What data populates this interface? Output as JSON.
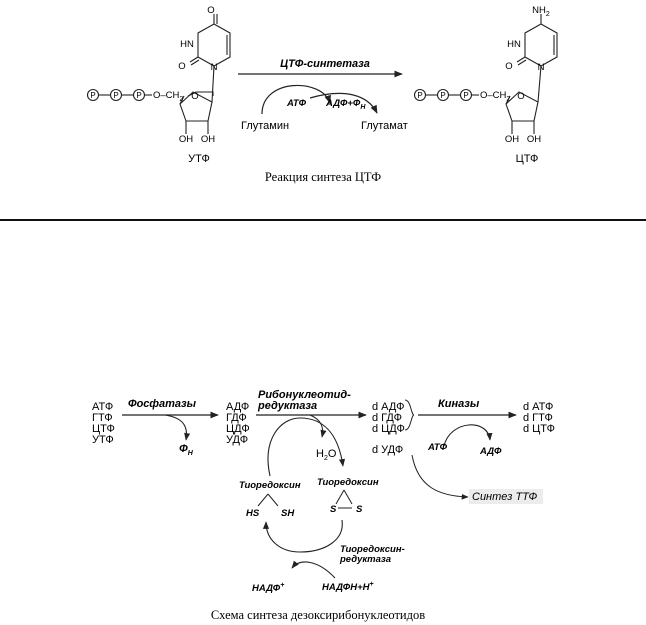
{
  "figure1": {
    "utp_label": "УТФ",
    "ctp_label": "ЦТФ",
    "enzyme": "ЦТФ-синтетаза",
    "atp": "АТФ",
    "adp_fn": "АДФ+Ф",
    "sub_n": "Н",
    "glutamine": "Глутамин",
    "glutamate": "Глутамат",
    "caption": "Реакция синтеза ЦТФ",
    "uracil_o_top": "O",
    "uracil_o_side": "O",
    "hn": "HN",
    "n1": "N",
    "nh2": "NH",
    "nh2_sub": "2",
    "n3": "N",
    "oh1": "OH",
    "oh2": "OH",
    "ring_o": "O",
    "phosphate": "P",
    "ch2": "O–CH",
    "ch2_sub": "2"
  },
  "figure2": {
    "left_list": [
      "АТФ",
      "ГТФ",
      "ЦТФ",
      "УТФ"
    ],
    "phosphatase": "Фосфатазы",
    "fn": "Ф",
    "fn_sub": "Н",
    "mid_list": [
      "АДФ",
      "ГДФ",
      "ЦДФ",
      "УДФ"
    ],
    "rnr_line1": "Рибонуклеотид-",
    "rnr_line2": "редуктаза",
    "h2o": "H",
    "h2o_sub": "2",
    "h2o_o": "O",
    "dlist": [
      "d АДФ",
      "d ГДФ",
      "d ЦДФ"
    ],
    "dudp": "d УДФ",
    "kinases": "Киназы",
    "atp": "АТФ",
    "adp": "АДФ",
    "right_list": [
      "d АТФ",
      "d ГТФ",
      "d ЦТФ"
    ],
    "ttp": "Синтез ТТФ",
    "thioredoxin_red": "Тиоредоксин",
    "hs": "HS",
    "sh": "SH",
    "thioredoxin_ox": "Тиоредоксин",
    "s1": "S",
    "s2": "S",
    "trr_line1": "Тиоредоксин-",
    "trr_line2": "редуктаза",
    "nadp": "НАДФ",
    "nadp_sup": "+",
    "nadph": "НАДФН+Н",
    "nadph_sup": "+",
    "caption": "Схема синтеза дезоксирибонуклеотидов"
  }
}
